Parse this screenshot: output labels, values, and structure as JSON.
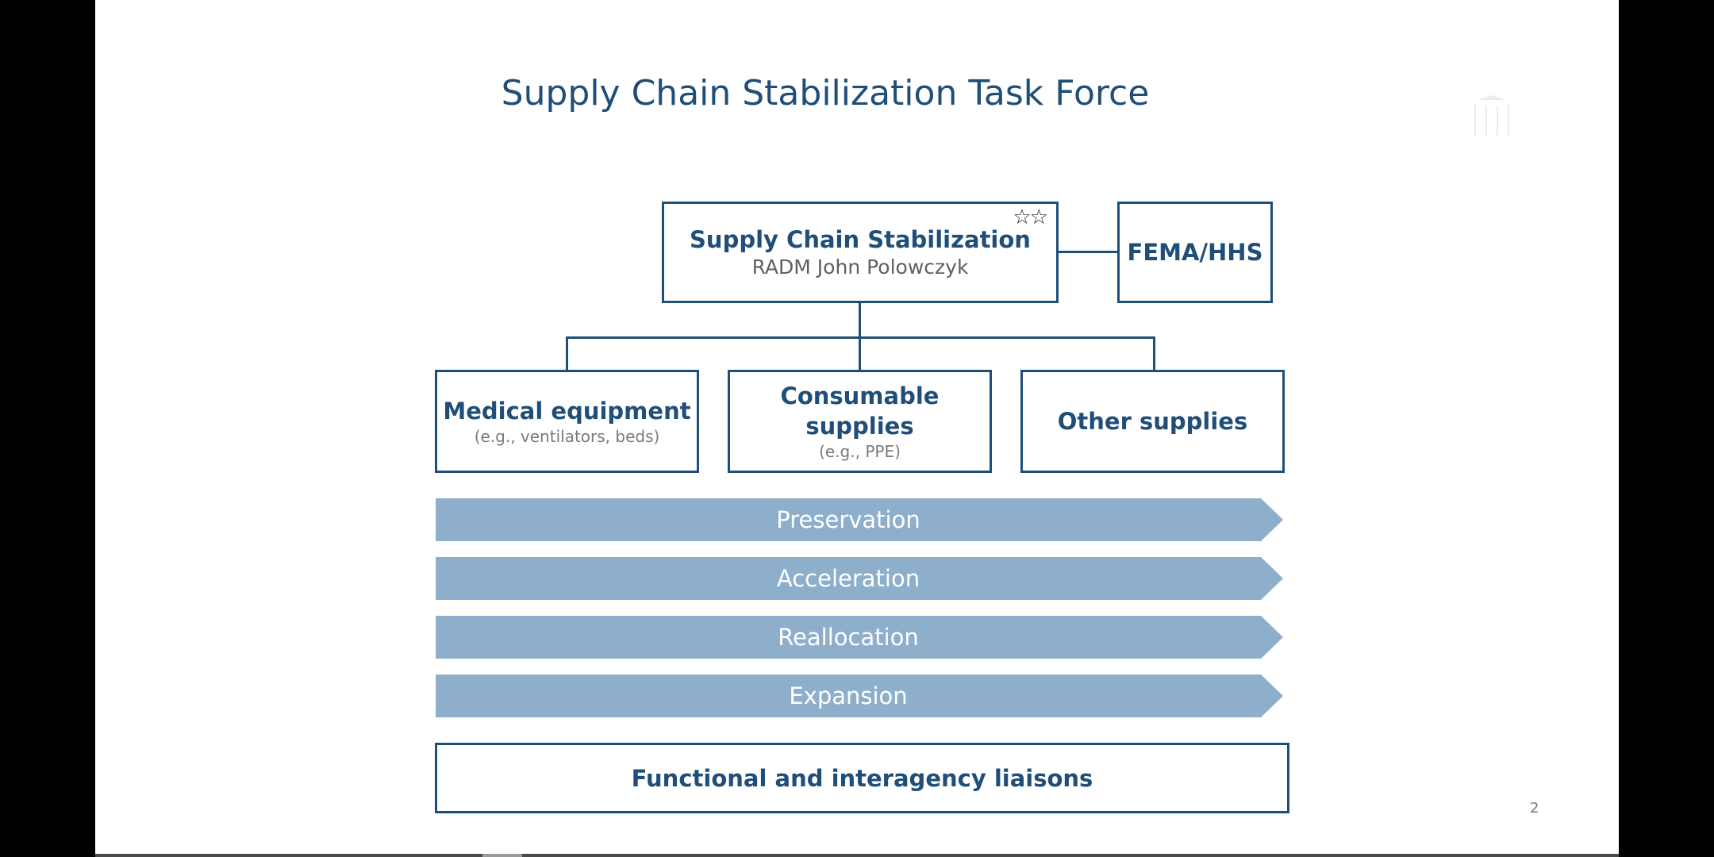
{
  "slide": {
    "title": "Supply Chain Stabilization Task Force",
    "page_number": "2",
    "logo_icon": "capitol-building-icon"
  },
  "org": {
    "head": {
      "title": "Supply Chain Stabilization",
      "person": "RADM John Polowczyk",
      "rank_stars": "☆☆"
    },
    "partner": {
      "title": "FEMA/HHS"
    },
    "branches": [
      {
        "title": "Medical equipment",
        "subtitle": "(e.g., ventilators, beds)"
      },
      {
        "title": "Consumable supplies",
        "subtitle": "(e.g., PPE)"
      },
      {
        "title": "Other supplies",
        "subtitle": ""
      }
    ],
    "phases": [
      "Preservation",
      "Acceleration",
      "Reallocation",
      "Expansion"
    ],
    "footer": {
      "title": "Functional and interagency liaisons"
    }
  },
  "colors": {
    "primary": "#1f4e79",
    "arrow_fill": "#8eafcc",
    "subtext": "#7a7a7a"
  }
}
